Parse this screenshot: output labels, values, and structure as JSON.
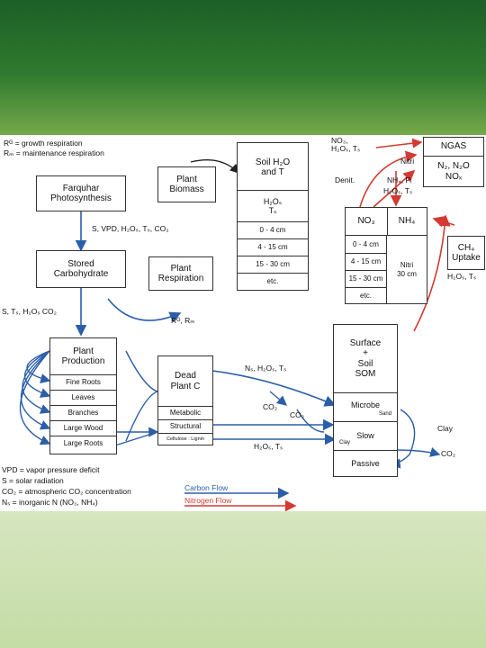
{
  "legend_top": [
    "Rᴳ = growth respiration",
    "Rₘ = maintenance respiration"
  ],
  "boxes": {
    "farquhar": "Farquhar\nPhotosynthesis",
    "plant_biomass": "Plant\nBiomass",
    "stored_carb": "Stored\nCarbohydrate",
    "plant_resp": "Plant\nRespiration",
    "plant_prod": "Plant\nProduction",
    "dead_plant": "Dead\nPlant C",
    "soil_h2o_title": "Soil H₂O\nand T",
    "soil_h2o_sub": "H₂Oₛ\nTₛ",
    "ngas_title": "NGAS",
    "ngas_sub": "N₂, N₂O\nNOₓ",
    "no3": "NO₃",
    "nh4": "NH₄",
    "nitri_box": "Nitri\n30 cm",
    "ch4": "CH₄\nUptake",
    "som_title": "Surface\n+\nSoil\nSOM",
    "microbe": "Microbe",
    "slow": "Slow",
    "passive": "Passive"
  },
  "soil_layers": [
    "0 - 4 cm",
    "4 - 15 cm",
    "15 - 30 cm",
    "etc."
  ],
  "no3_layers": [
    "0 - 4 cm",
    "4 - 15 cm",
    "15 - 30 cm",
    "etc."
  ],
  "prod_items": [
    "Fine Roots",
    "Leaves",
    "Branches",
    "Large Wood",
    "Large Roots"
  ],
  "dead_items": [
    "Metabolic",
    "Structural",
    "Cellulose : Lignin"
  ],
  "labels": {
    "photo_inputs": "S, VPD, H₂Oₛ, Tₛ, CO₂",
    "stored_inputs": "S, Tₛ, H₂Oₛ CO₂",
    "rg_rm": "Rᴳ, Rₘ",
    "no3_ts": "NO₃,\nH₂Oₛ, Tₛ",
    "nitri": "Nitri",
    "denit": "Denit.",
    "nh4_pi": "NH₄, Pᵢ",
    "h2o_ts_nitri": "H₂Oₛ, Tₛ",
    "ch4_inputs": "H₂Oₛ, Tₛ",
    "ns_inputs": "Nₛ, H₂Oₛ, Tₛ",
    "co2_a": "CO₂",
    "co2_b": "CO₂",
    "co2_c": "CO₂",
    "h2o_ts_bottom": "H₂Oₛ, Tₛ",
    "sand": "Sand",
    "clay_small": "Clay",
    "clay": "Clay"
  },
  "legend_bottom": [
    "VPD = vapor pressure deficit",
    "S = solar radiation",
    "CO₂ = atmospheric CO₂ concentration",
    "Nₛ = inorganic N (NO₃, NH₄)"
  ],
  "flow_legend": {
    "carbon": "Carbon Flow",
    "nitrogen": "Nitrogen Flow"
  },
  "colors": {
    "carbon": "#2b5ea8",
    "nitrogen": "#d33a32",
    "band_top": "#2f7a2f",
    "band_bottom": "#cfe0b4"
  }
}
